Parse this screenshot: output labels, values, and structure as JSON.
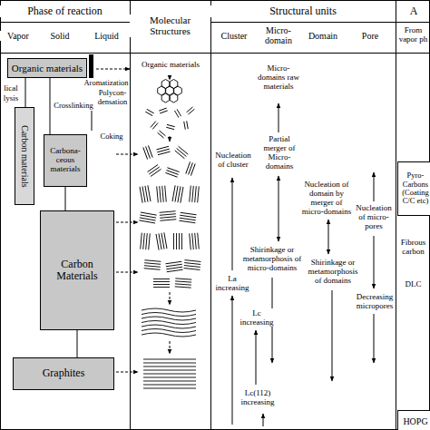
{
  "diagram": {
    "nodes": [
      {
        "text": [
          "Organic materials"
        ]
      },
      {
        "text": [
          "Carbona- ceous materials"
        ]
      },
      {
        "text": [
          "Carbon Materials"
        ]
      },
      {
        "text": [
          "Graphites"
        ]
      },
      {
        "text": [
          "Carbon materials"
        ]
      },
      {
        "text": [
          "Pyro- Carbons (Coating C/C etc)"
        ]
      },
      {
        "text": [
          "HOPG"
        ]
      }
    ],
    "edges": [
      {
        "from": 0,
        "to": 4,
        "arrow": "none"
      },
      {
        "from": 0,
        "to": 1,
        "arrow": "none"
      },
      {
        "from": 1,
        "to": 2,
        "arrow": "none"
      },
      {
        "from": 2,
        "to": 3,
        "arrow": "none"
      }
    ],
    "labels": [
      "Phase of reaction",
      "Molecular Structures",
      "Structural units",
      "A",
      "Vapor",
      "Solid",
      "Liquid",
      "Cluster",
      "Micro- domain",
      "Domain",
      "Pore",
      "From vapor ph",
      "lical",
      "lysis",
      "Crosslinking",
      "Aromatization",
      "Polycon- densation",
      "Coking",
      "Organic materials",
      "Micro- domains raw materials",
      "Nucleation of cluster",
      "Partial merger of Micro- domains",
      "Nucleation of domain by merger of micro-domains",
      "Nucleation of micro- pores",
      "La increasing",
      "Shirinkage or metamorphosis of micro-domains",
      "Shirinkage or metamorphosis of domains",
      "Lc increasing",
      "Decreasing micropores",
      "Lc(112) increasing",
      "Fibrous carbon",
      "DLC"
    ]
  }
}
